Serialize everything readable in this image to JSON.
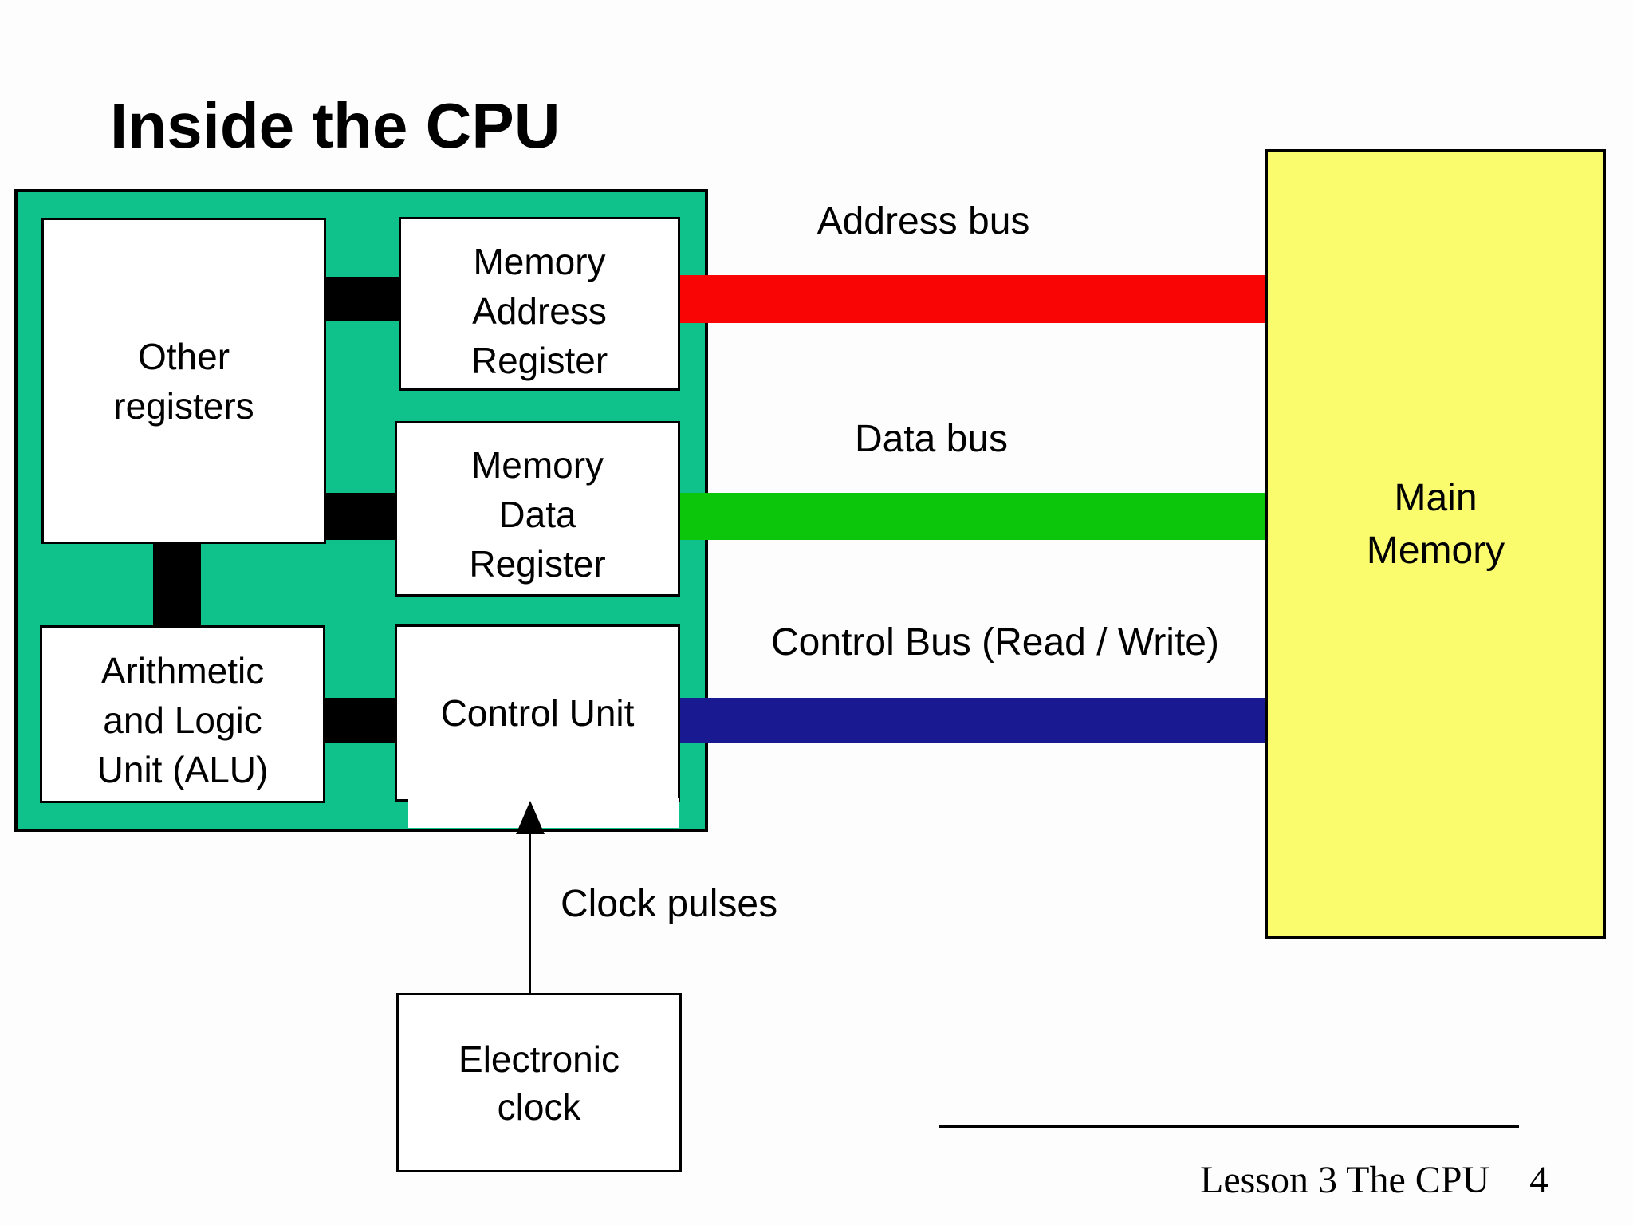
{
  "title": "Inside the CPU",
  "cpu": {
    "other_registers": {
      "line1": "Other",
      "line2": "registers"
    },
    "mar": {
      "line1": "Memory",
      "line2": "Address",
      "line3": "Register"
    },
    "mdr": {
      "line1": "Memory",
      "line2": "Data",
      "line3": "Register"
    },
    "alu": {
      "line1": "Arithmetic",
      "line2": "and Logic",
      "line3": "Unit (ALU)"
    },
    "control_unit": {
      "label": "Control Unit"
    }
  },
  "buses": {
    "address": {
      "label": "Address bus",
      "color": "#fa0505"
    },
    "data": {
      "label": "Data bus",
      "color": "#0bc60b"
    },
    "control": {
      "label": "Control Bus (Read / Write)",
      "color": "#191992"
    }
  },
  "memory": {
    "line1": "Main",
    "line2": "Memory"
  },
  "clock": {
    "pulses_label": "Clock pulses",
    "box": {
      "line1": "Electronic",
      "line2": "clock"
    }
  },
  "footer": {
    "lesson": "Lesson 3 The CPU",
    "page": "4"
  },
  "colors": {
    "cpu_green": "#0fc18b",
    "bus_red": "#fa0505",
    "bus_green": "#0bc60b",
    "bus_blue": "#191992",
    "memory_yellow": "#fbfb6e",
    "ink": "#000000",
    "bg": "#fdfdfd"
  }
}
